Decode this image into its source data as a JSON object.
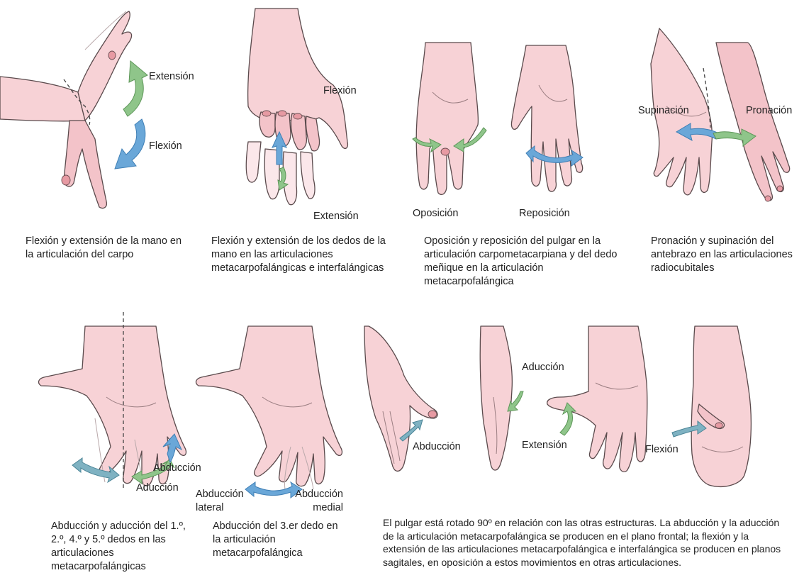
{
  "panels": {
    "wrist": {
      "extension_label": "Extensión",
      "flexion_label": "Flexión",
      "caption": "Flexión y extensión de la mano en la articulación del carpo"
    },
    "fingers": {
      "flexion_label": "Flexión",
      "extension_label": "Extensión",
      "caption": "Flexión y extensión de los dedos de la mano en las articulaciones metacarpofalángicas e interfalángicas"
    },
    "opposition": {
      "opposition_label": "Oposición",
      "reposition_label": "Reposición",
      "caption": "Oposición y reposición del pulgar en la articulación carpometacarpiana y del dedo meñique en la articulación metacarpofalángica"
    },
    "pronation": {
      "supination_label": "Supinación",
      "pronation_label": "Pronación",
      "caption": "Pronación y supinación del antebrazo en las articulaciones radiocubitales"
    },
    "abduction_fingers": {
      "abduction_label": "Abducción",
      "adduction_label": "Aducción",
      "caption": "Abducción y aducción del 1.º, 2.º, 4.º y 5.º dedos en las articulaciones metacarpofalángicas"
    },
    "third_finger": {
      "lateral_label": "Abducción lateral",
      "medial_label": "Abducción medial",
      "caption": "Abducción del 3.er dedo en la articulación metacarpofalángica"
    },
    "thumb": {
      "abduction_label": "Abducción",
      "adduction_label": "Aducción",
      "extension_label": "Extensión",
      "flexion_label": "Flexión",
      "caption": "El pulgar está rotado 90º en relación con las otras estructuras. La abducción y la aducción de la articulación metacarpofalángica se producen en el plano frontal; la flexión y la extensión de las articulaciones metacarpofalángica e interfalángica se producen en planos sagitales, en oposición a estos movimientos en otras articulaciones."
    }
  },
  "colors": {
    "skin": "#f7d2d6",
    "nail": "#e79aa3",
    "arrow_green": "#8fc58a",
    "arrow_blue": "#6aa7d8",
    "arrow_teal": "#7fb2c2"
  }
}
